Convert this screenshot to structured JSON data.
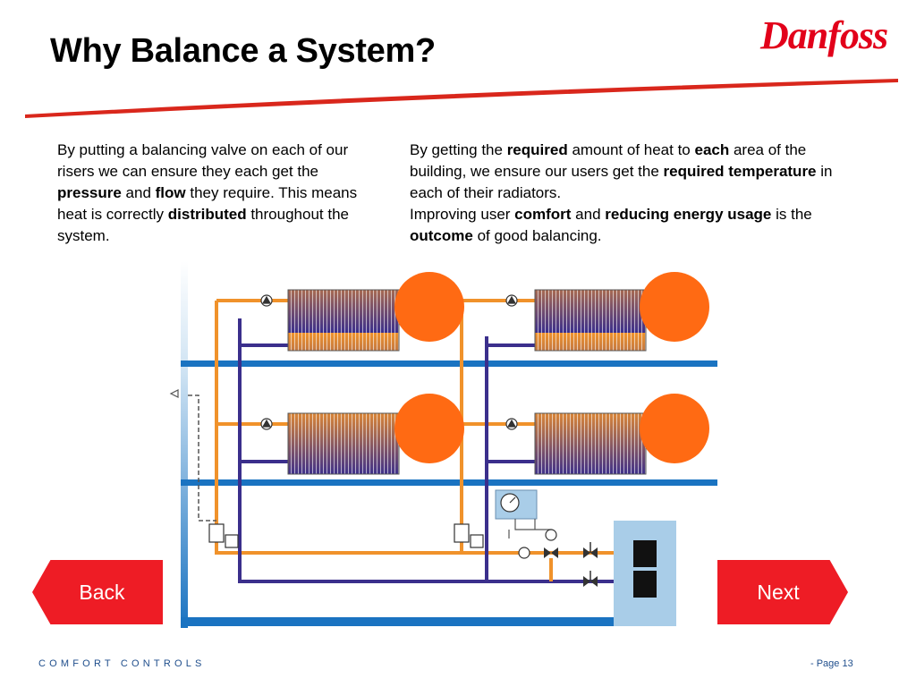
{
  "slide": {
    "title": "Why Balance a System?",
    "logo_text": "Danfoss"
  },
  "left_text": {
    "s1": "By putting a balancing valve on each of our risers we can ensure they each get the ",
    "b1": "pressure",
    "s2": " and ",
    "b2": "flow",
    "s3": " they require. This means heat is correctly ",
    "b3": "distributed",
    "s4": " throughout the system."
  },
  "right_text": {
    "s1": "By getting the ",
    "b1": "required",
    "s2": " amount of heat to ",
    "b2": "each",
    "s3": " area of the building, we ensure our users get the ",
    "b3": "required temperature",
    "s4": " in each of their radiators.",
    "s5": "Improving user ",
    "b4": "comfort",
    "s6": " and ",
    "b5": "reducing energy usage",
    "s7": " is the ",
    "b6": "outcome",
    "s8": " of good balancing."
  },
  "nav": {
    "back_label": "Back",
    "next_label": "Next"
  },
  "footer": {
    "brand": "COMFORT CONTROLS",
    "page": "- Page 13"
  },
  "colors": {
    "accent_red": "#ee1c25",
    "orange_marker": "#ff6a13",
    "supply_pipe": "#f0922b",
    "return_pipe": "#3b2f8c",
    "floor_slab": "#1a73c1",
    "footer_text": "#1f4e8c"
  }
}
